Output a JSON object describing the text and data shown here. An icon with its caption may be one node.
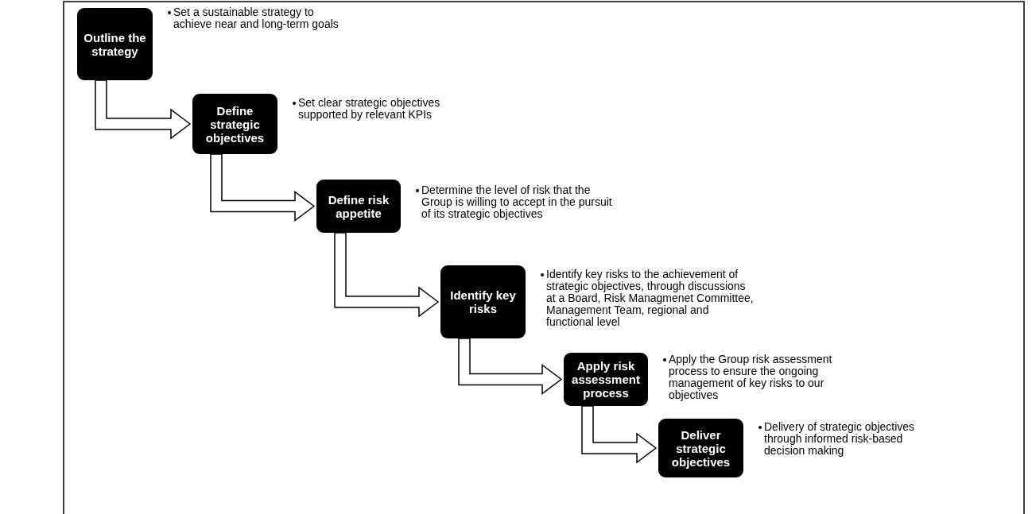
{
  "diagram": {
    "nodes": [
      {
        "text": [
          "Outline the strategy"
        ],
        "beside": [
          "Set a sustainable strategy to achieve near and long-term goals"
        ]
      },
      {
        "text": [
          "Define strategic objectives"
        ],
        "beside": [
          "Set clear strategic objectives supported by relevant KPIs"
        ]
      },
      {
        "text": [
          "Define risk appetite"
        ],
        "beside": [
          "Determine the level of risk that the Group is willing to accept in the pursuit of its strategic objectives"
        ]
      },
      {
        "text": [
          "Identify key risks"
        ],
        "beside": [
          "Identify key risks to the achievement of strategic objectives, through discussions at a Board, Risk Managmenet Committee, Management Team, regional and functional level"
        ]
      },
      {
        "text": [
          "Apply risk assessment process"
        ],
        "beside": [
          "Apply the Group risk assessment process to ensure the ongoing management of key risks to our objectives"
        ]
      },
      {
        "text": [
          "Deliver strategic objectives"
        ],
        "beside": [
          "Delivery of strategic objectives through informed risk-based decision making"
        ]
      }
    ],
    "edges": [
      {
        "from": 0,
        "to": 1,
        "arrow": "to"
      },
      {
        "from": 1,
        "to": 2,
        "arrow": "to"
      },
      {
        "from": 2,
        "to": 3,
        "arrow": "to"
      },
      {
        "from": 3,
        "to": 4,
        "arrow": "to"
      },
      {
        "from": 4,
        "to": 5,
        "arrow": "to"
      }
    ]
  }
}
